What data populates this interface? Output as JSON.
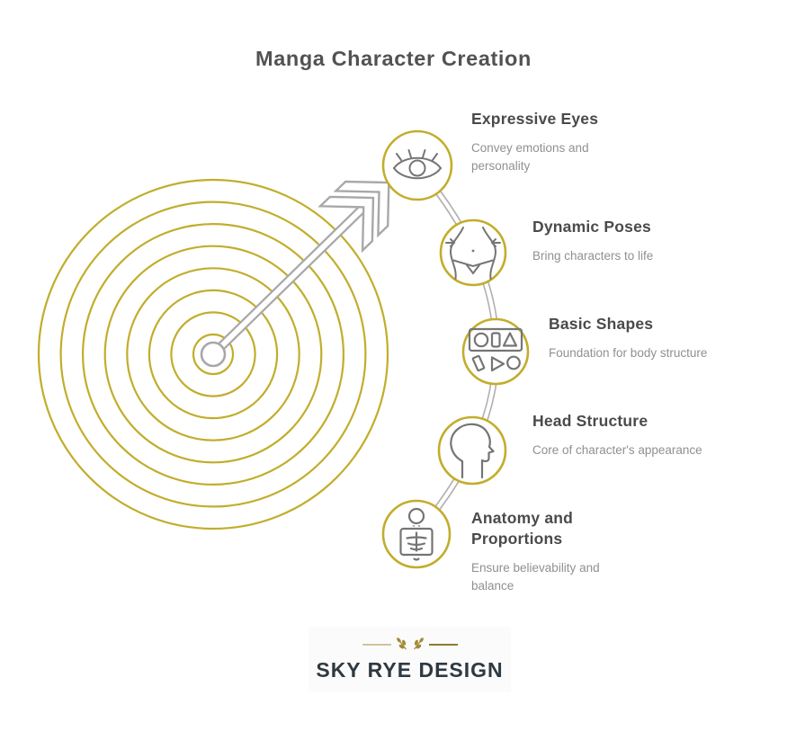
{
  "title": "Manga Character Creation",
  "steps": [
    {
      "title": "Expressive Eyes",
      "description": "Convey emotions and personality",
      "icon": "eye-icon"
    },
    {
      "title": "Dynamic Poses",
      "description": "Bring characters to life",
      "icon": "waist-icon"
    },
    {
      "title": "Basic Shapes",
      "description": "Foundation for body structure",
      "icon": "shapes-icon"
    },
    {
      "title": "Head Structure",
      "description": "Core of character's appearance",
      "icon": "head-profile-icon"
    },
    {
      "title": "Anatomy and Proportions",
      "description": "Ensure believability and balance",
      "icon": "skeleton-icon"
    }
  ],
  "graphic": {
    "type": "target-with-arrow",
    "rings": 8,
    "icons_on_curve": 5
  },
  "logo": {
    "text": "SKY RYE DESIGN",
    "emblem": "wheat-sprigs-icon"
  },
  "colors": {
    "accent_gold": "#c2ad2c",
    "arrow_gray": "#a8a8a8",
    "icon_gray": "#757575",
    "title_text": "#525252",
    "heading_text": "#4a4a4a",
    "subtitle_text": "#8f9092",
    "logo_text": "#2e3942",
    "logo_panel": "#fbfbfb",
    "wheat_gold": "#a18a35",
    "emblem_line_left": "#d0c49b",
    "emblem_line_right": "#8e7a2f"
  }
}
